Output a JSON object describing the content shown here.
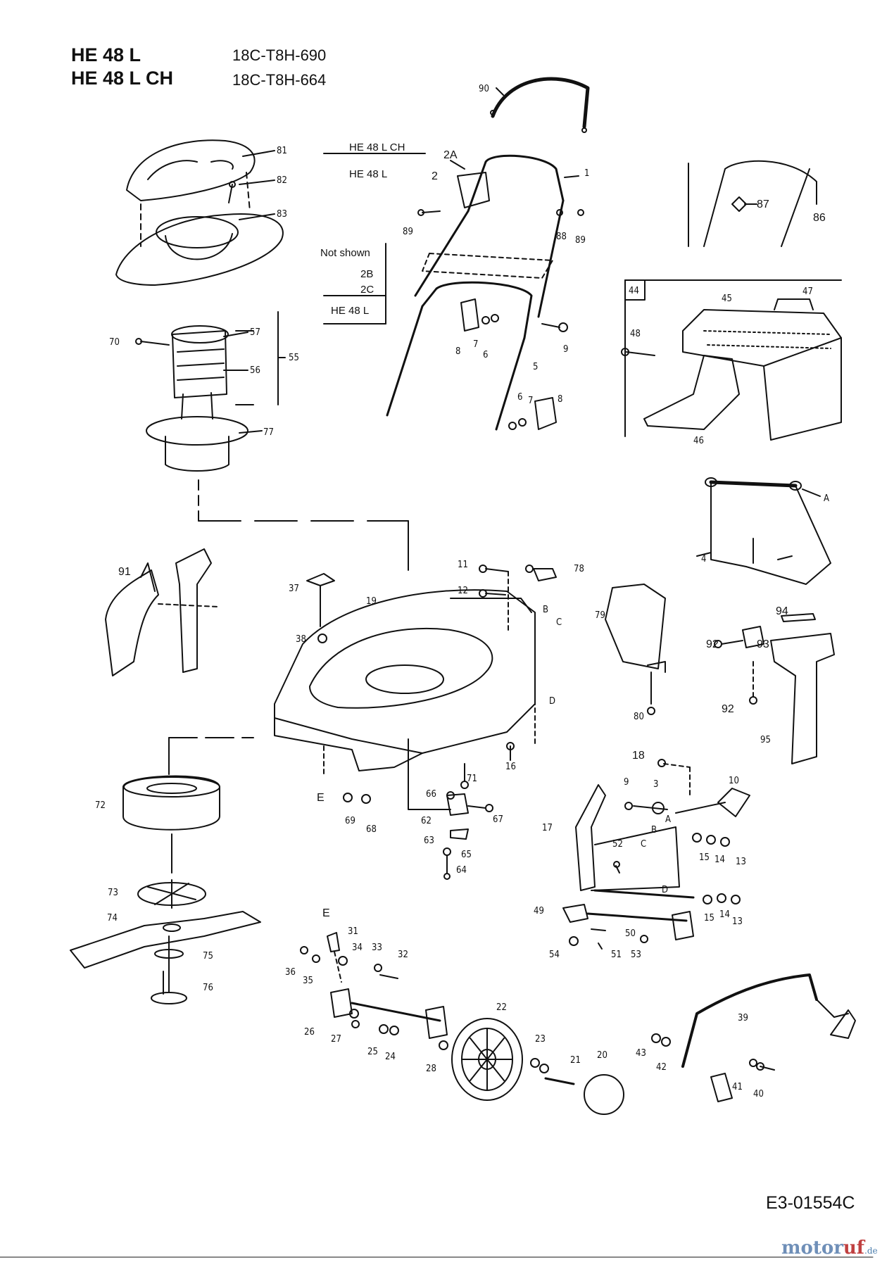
{
  "header": {
    "models": [
      "HE 48 L",
      "HE 48 L CH"
    ],
    "codes": [
      "18C-T8H-690",
      "18C-T8H-664"
    ]
  },
  "legend": {
    "variant_1": "HE 48 L CH",
    "variant_2": "HE 48 L",
    "not_shown_title": "Not shown",
    "not_shown_items": [
      "2B",
      "2C"
    ],
    "not_shown_model": "HE 48 L"
  },
  "doc_id": "E3-01554C",
  "watermark": {
    "brand_a": "motor",
    "brand_b": "uf",
    "suffix": ".de"
  },
  "parts": {
    "p1": "1",
    "p2": "2",
    "p2a": "2A",
    "p3": "3",
    "p4": "4",
    "p5": "5",
    "p6a": "6",
    "p6b": "6",
    "p7a": "7",
    "p7b": "7",
    "p8a": "8",
    "p8b": "8",
    "p9a": "9",
    "p9b": "9",
    "p10": "10",
    "p11": "11",
    "p12": "12",
    "p13a": "13",
    "p13b": "13",
    "p14a": "14",
    "p14b": "14",
    "p15a": "15",
    "p15b": "15",
    "p16": "16",
    "p17": "17",
    "p18": "18",
    "p19": "19",
    "p20": "20",
    "p21": "21",
    "p22": "22",
    "p23": "23",
    "p24": "24",
    "p25": "25",
    "p26": "26",
    "p27": "27",
    "p28": "28",
    "p31": "31",
    "p32": "32",
    "p33": "33",
    "p34": "34",
    "p35": "35",
    "p36": "36",
    "p37": "37",
    "p38": "38",
    "p39": "39",
    "p40": "40",
    "p41": "41",
    "p42": "42",
    "p43": "43",
    "p44": "44",
    "p45": "45",
    "p46": "46",
    "p47": "47",
    "p48": "48",
    "p49": "49",
    "p50": "50",
    "p51": "51",
    "p52": "52",
    "p53": "53",
    "p54": "54",
    "p55": "55",
    "p56": "56",
    "p57": "57",
    "p62": "62",
    "p63": "63",
    "p64": "64",
    "p65": "65",
    "p66": "66",
    "p67": "67",
    "p68": "68",
    "p69": "69",
    "p70": "70",
    "p71": "71",
    "p72": "72",
    "p73": "73",
    "p74": "74",
    "p75": "75",
    "p76": "76",
    "p77": "77",
    "p78": "78",
    "p79": "79",
    "p80": "80",
    "p81": "81",
    "p82": "82",
    "p83": "83",
    "p86": "86",
    "p87": "87",
    "p88": "88",
    "p89a": "89",
    "p89b": "89",
    "p90": "90",
    "p91": "91",
    "p92a": "92",
    "p92b": "92",
    "p93": "93",
    "p94": "94",
    "p95": "95"
  },
  "refs": {
    "A1": "A",
    "A2": "A",
    "B1": "B",
    "B2": "B",
    "C1": "C",
    "C2": "C",
    "D1": "D",
    "D2": "D",
    "E1": "E",
    "E2": "E"
  }
}
